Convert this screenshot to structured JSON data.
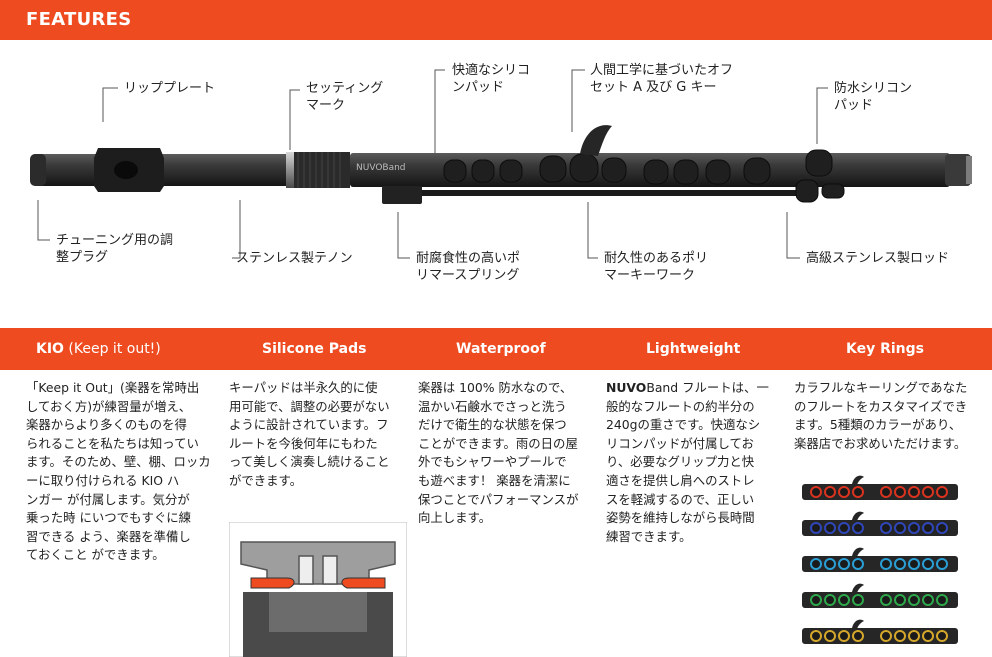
{
  "header": {
    "title": "FEATURES"
  },
  "flute": {
    "brand": "NUVOBand"
  },
  "callouts": {
    "lip_plate": [
      "リッププレート"
    ],
    "setting_mark": [
      "セッティング",
      "マーク"
    ],
    "silicone_pad": [
      "快適なシリコ",
      "ンパッド"
    ],
    "ergonomic_keys": [
      "人間工学に基づいたオフ",
      "セット A 及び G キー"
    ],
    "waterproof_pad": [
      "防水シリコン",
      "パッド"
    ],
    "tuning_plug": [
      "チューニング用の調",
      "整プラグ"
    ],
    "tenon": [
      "ステンレス製テノン"
    ],
    "polymer_spring": [
      "耐腐食性の高いポ",
      "リマースプリング"
    ],
    "keywork": [
      "耐久性のあるポリ",
      "マーキーワーク"
    ],
    "rod": [
      "高級ステンレス製ロッド"
    ]
  },
  "features": [
    {
      "heading_bold": "KIO",
      "heading_light": " (Keep it out!)",
      "lines": [
        "「Keep it Out」(楽器を常時出",
        "しておく方)が練習量が増え、",
        "楽器からより多くのものを得",
        "られることを私たちは知ってい",
        "ます。そのため、壁、棚、ロッカ",
        "ーに取り付けられる KIO ハ",
        "ンガー が付属します。気分が",
        "乗った時 にいつでもすぐに練",
        "習できる よう、楽器を準備し",
        "ておくこと ができます。"
      ]
    },
    {
      "heading_bold": "Silicone Pads",
      "lines": [
        "キーパッドは半永久的に使",
        "用可能で、調整の必要がない",
        "ように設計されています。フ",
        "ルートを今後何年にもわた",
        "って美しく演奏し続けること",
        "ができます。"
      ]
    },
    {
      "heading_bold": "Waterproof",
      "lines": [
        "楽器は 100% 防水なので、",
        "温かい石鹸水でさっと洗う",
        "だけで衛生的な状態を保つ",
        "ことができます。雨の日の屋",
        "外でもシャワーやプールで",
        "も遊べます！ 楽器を清潔に",
        "保つことでパフォーマンスが",
        "向上します。"
      ]
    },
    {
      "heading_bold": "Lightweight",
      "brand_bold": "NUVO",
      "brand_rest": "Band フルートは、一",
      "lines": [
        "般的なフルートの約半分の",
        "240gの重さです。快適なシ",
        "リコンパッドが付属してお",
        "り、必要なグリップ力と快",
        "適さを提供し肩へのストレ",
        "スを軽減するので、正しい",
        "姿勢を維持しながら長時間",
        "練習できます。"
      ]
    },
    {
      "heading_bold": "Key Rings",
      "lines": [
        "カラフルなキーリングであなた",
        "のフルートをカスタマイズでき",
        "ます。5種類のカラーがあり、",
        "楽器店でお求めいただけます。"
      ]
    }
  ],
  "colors": {
    "accent": "#ee4b21",
    "flute_body": "#2a2a2a",
    "ring_colors": [
      "#d9331f",
      "#2f47b8",
      "#2a9fd6",
      "#2ea84a",
      "#d4a72c"
    ]
  }
}
